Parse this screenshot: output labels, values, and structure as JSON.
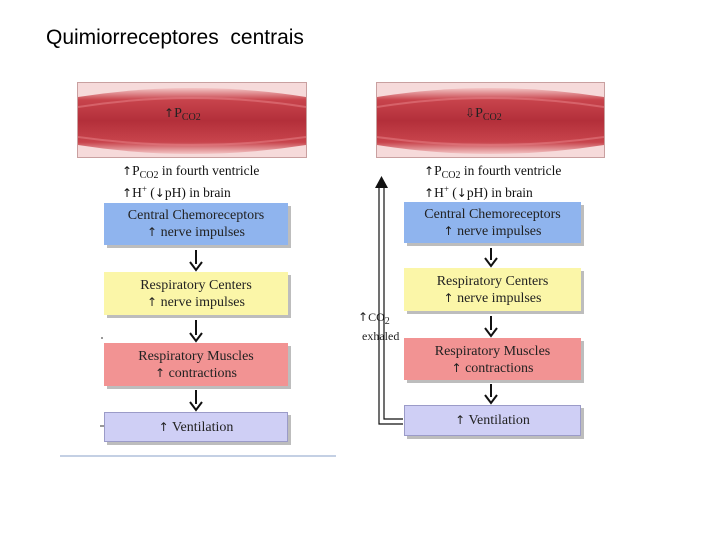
{
  "title": "Quimiorreceptores  centrais",
  "left": {
    "vessel_arrow": "↑",
    "vessel_label": "P",
    "vessel_sub": "CO2",
    "cond1_arrow": "↑",
    "cond1_p": "P",
    "cond1_sub": "CO2",
    "cond1_text": " in fourth ventricle",
    "cond2_arrow": "↑",
    "cond2_h": "H",
    "cond2_sup": "+",
    "cond2_paren_open": " (",
    "cond2_arrow2": "↓",
    "cond2_text": "pH) in brain",
    "central": {
      "line1": "Central Chemoreceptors",
      "arrow": "↑",
      "line2": "nerve impulses"
    },
    "resp_centers": {
      "line1": "Respiratory Centers",
      "arrow": "↑",
      "line2": "nerve impulses"
    },
    "resp_muscles": {
      "line1": "Respiratory Muscles",
      "arrow": "↑",
      "line2": "contractions"
    },
    "ventilation": {
      "arrow": "↑",
      "line1": "Ventilation"
    }
  },
  "right": {
    "vessel_arrow": "⇩",
    "vessel_label": "P",
    "vessel_sub": "CO2",
    "cond1_arrow": "↑",
    "cond1_p": "P",
    "cond1_sub": "CO2",
    "cond1_text": " in fourth ventricle",
    "cond2_arrow": "↑",
    "cond2_h": "H",
    "cond2_sup": "+",
    "cond2_paren_open": " (",
    "cond2_arrow2": "↓",
    "cond2_text": "pH) in brain",
    "central": {
      "line1": "Central Chemoreceptors",
      "arrow": "↑",
      "line2": "nerve impulses"
    },
    "resp_centers": {
      "line1": "Respiratory Centers",
      "arrow": "↑",
      "line2": "nerve impulses"
    },
    "resp_muscles": {
      "line1": "Respiratory Muscles",
      "arrow": "↑",
      "line2": "contractions"
    },
    "ventilation": {
      "arrow": "↑",
      "line1": "Ventilation"
    }
  },
  "feedback": {
    "arrow": "↑",
    "co2": "CO",
    "co2_sub": "2",
    "exhaled": "exhaled"
  },
  "colors": {
    "central": "#8fb4ee",
    "centers": "#fbf6a8",
    "muscles": "#f29393",
    "ventilation": "#cfcff5"
  }
}
